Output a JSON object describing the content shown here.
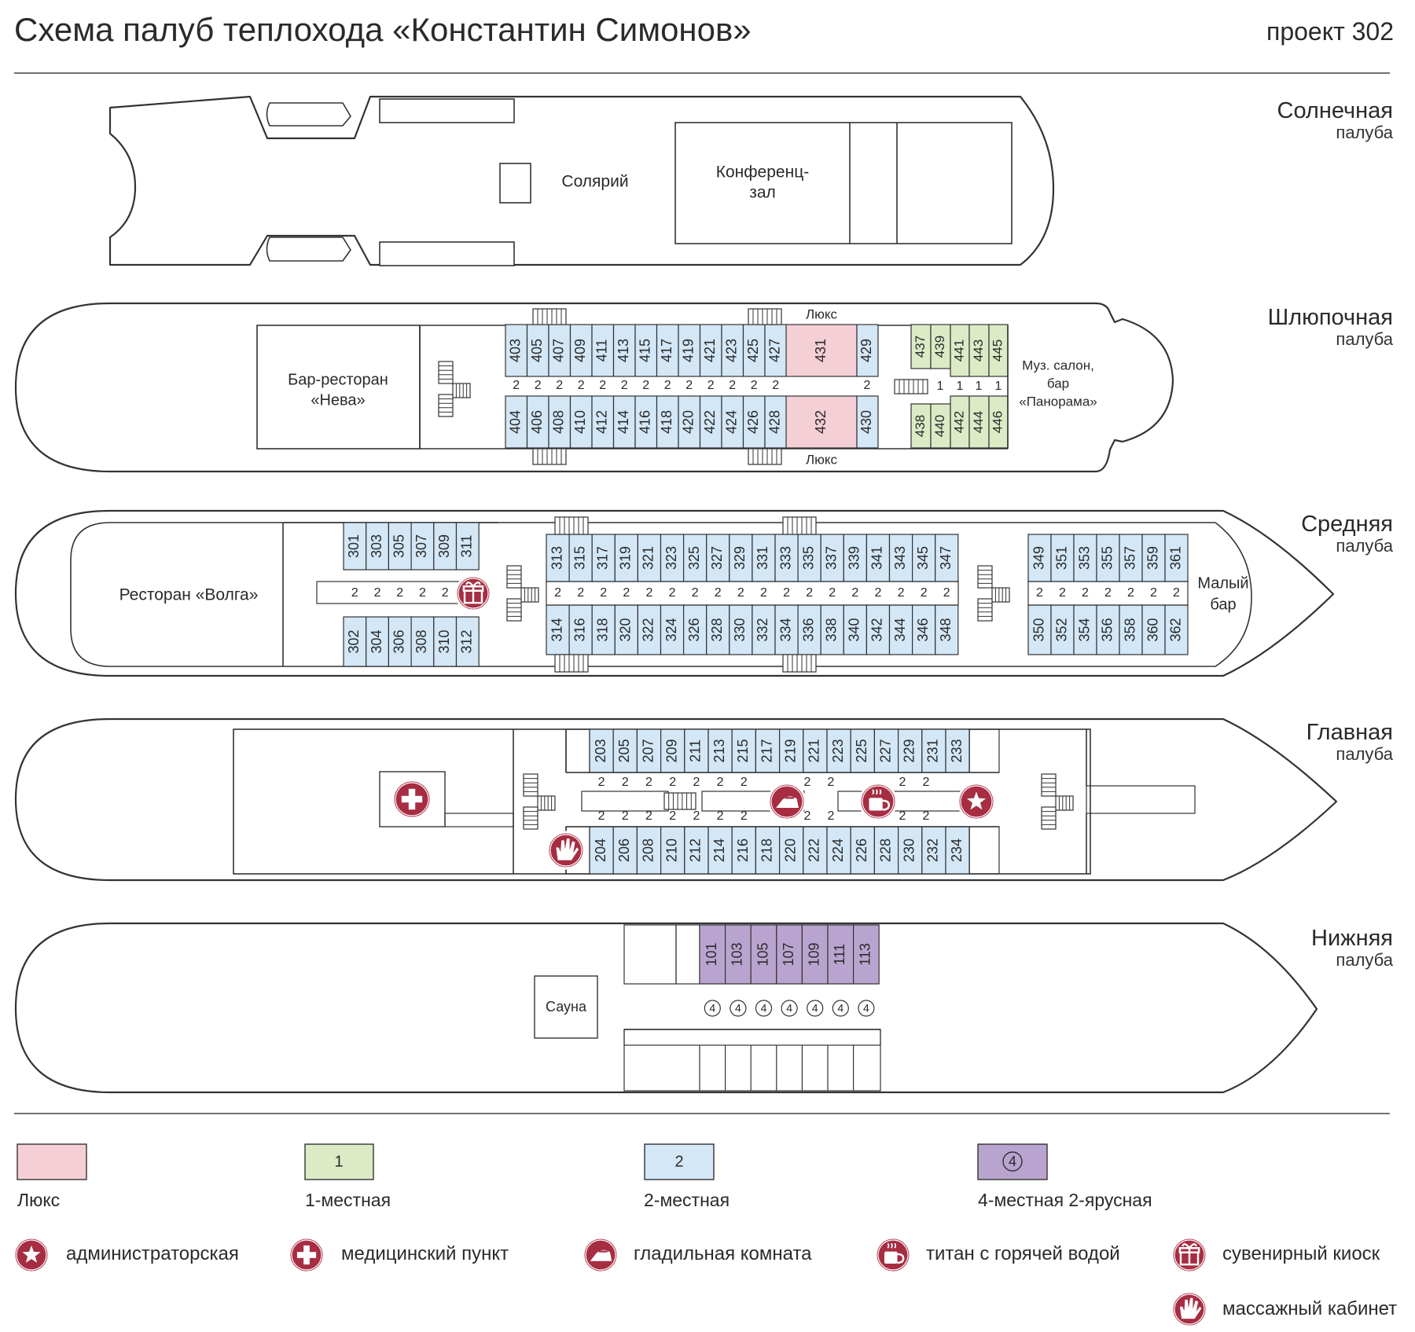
{
  "header": {
    "title": "Схема палуб теплохода «Константин Симонов»",
    "project": "проект 302"
  },
  "decks": {
    "sun": {
      "name": "Солнечная",
      "sub": "палуба",
      "solarium": "Солярий",
      "conf1": "Конференц-",
      "conf2": "зал"
    },
    "boat": {
      "name": "Шлюпочная",
      "sub": "палуба",
      "bar1": "Бар-ресторан",
      "bar2": "«Нева»",
      "music1": "Муз. салон,",
      "music2": "бар",
      "music3": "«Панорама»",
      "lux": "Люкс",
      "top": [
        "403",
        "405",
        "407",
        "409",
        "411",
        "413",
        "415",
        "417",
        "419",
        "421",
        "423",
        "425",
        "427"
      ],
      "bottom": [
        "404",
        "406",
        "408",
        "410",
        "412",
        "414",
        "416",
        "418",
        "420",
        "422",
        "424",
        "426",
        "428"
      ],
      "lux_top": "431",
      "lux_bottom": "432",
      "cab_top_end": "429",
      "cab_bottom_end": "430",
      "single_top": [
        "437",
        "439",
        "441",
        "443",
        "445"
      ],
      "single_bottom": [
        "438",
        "440",
        "442",
        "444",
        "446"
      ],
      "berth_double": "2",
      "berth_single": "1"
    },
    "middle": {
      "name": "Средняя",
      "sub": "палуба",
      "restaurant": "Ресторан «Волга»",
      "smallbar1": "Малый",
      "smallbar2": "бар",
      "aft_top": [
        "301",
        "303",
        "305",
        "307",
        "309",
        "311"
      ],
      "aft_bottom": [
        "302",
        "304",
        "306",
        "308",
        "310",
        "312"
      ],
      "mid_top": [
        "313",
        "315",
        "317",
        "319",
        "321",
        "323",
        "325",
        "327",
        "329",
        "331",
        "333",
        "335",
        "337",
        "339",
        "341",
        "343",
        "345",
        "347"
      ],
      "mid_bottom": [
        "314",
        "316",
        "318",
        "320",
        "322",
        "324",
        "326",
        "328",
        "330",
        "332",
        "334",
        "336",
        "338",
        "340",
        "342",
        "344",
        "346",
        "348"
      ],
      "fwd_top": [
        "349",
        "351",
        "353",
        "355",
        "357",
        "359",
        "361"
      ],
      "fwd_bottom": [
        "350",
        "352",
        "354",
        "356",
        "358",
        "360",
        "362"
      ],
      "berth": "2"
    },
    "main": {
      "name": "Главная",
      "sub": "палуба",
      "top": [
        "203",
        "205",
        "207",
        "209",
        "211",
        "213",
        "215",
        "217",
        "219",
        "221",
        "223",
        "225",
        "227",
        "229",
        "231",
        "233"
      ],
      "bottom": [
        "204",
        "206",
        "208",
        "210",
        "212",
        "214",
        "216",
        "218",
        "220",
        "222",
        "224",
        "226",
        "228",
        "230",
        "232",
        "234"
      ],
      "berth": "2"
    },
    "lower": {
      "name": "Нижняя",
      "sub": "палуба",
      "sauna": "Сауна",
      "cabins": [
        "101",
        "103",
        "105",
        "107",
        "109",
        "111",
        "113"
      ],
      "berth": "4"
    }
  },
  "legend": {
    "lux": "Люкс",
    "single": "1-местная",
    "double": "2-местная",
    "quad": "4-местная 2-ярусная",
    "single_num": "1",
    "double_num": "2",
    "quad_num": "4",
    "admin": "администраторская",
    "medical": "медицинский пункт",
    "ironing": "гладильная комната",
    "titan": "титан с горячей водой",
    "souvenir": "сувенирный киоск",
    "massage": "массажный кабинет"
  },
  "colors": {
    "lux": "#f5cfd6",
    "single": "#dcebc6",
    "double": "#d3e7f7",
    "quad": "#b9a4cf",
    "icon": "#a72d42",
    "line": "#333333"
  }
}
